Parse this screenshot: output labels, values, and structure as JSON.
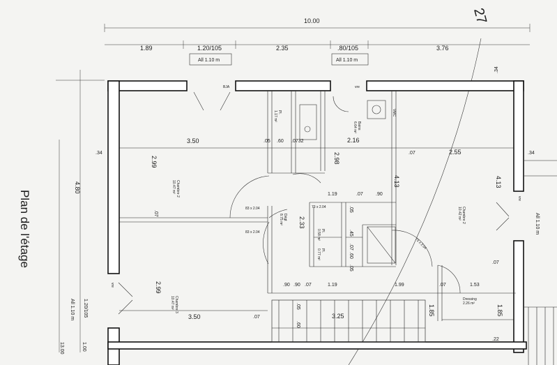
{
  "title": "Plan de l'étage",
  "top_dims": {
    "total": "10.00",
    "segments": [
      "1.89",
      "1.20/105",
      "2.35",
      ".80/105",
      "3.76"
    ],
    "all_left": "All 1.10 m",
    "all_right": "All 1.10 m",
    "corner": ".34",
    "sketch_number": "27"
  },
  "left_dims": {
    "top_offset": ".34",
    "height": "4.80",
    "window": "1.20/105",
    "window_all": "All 1.10 m",
    "seg1": "1.00",
    "total": "13.00"
  },
  "right_dims": {
    "offset": ".34",
    "height": "4.13",
    "window_all": "All 1.10 m",
    "bottom": ".22"
  },
  "inner_dims": {
    "ch2_width": "3.50",
    "ch2_depth": "2.99",
    "ch2_wall": ".07",
    "ch2_depth_b": "2.99",
    "ch3_width": "3.50",
    "ch3_wall": ".07",
    "p05": ".05",
    "p60": ".60",
    "p0732": ".0732",
    "sdb_width": "2.16",
    "sdb_depth": "2.98",
    "p07a": ".07",
    "ch1_width": "2.55",
    "ch1_depth": "4.13",
    "d119": "1.19",
    "d07b": ".07",
    "d90": ".90",
    "d05b": ".05",
    "d45": ".45",
    "d07c": ".07",
    "d60b": ".60",
    "d05c": ".05",
    "deg_depth": "2.33",
    "b90": ".90",
    "b90b": ".90",
    "b07": ".07",
    "b119": "1.19",
    "b199": "1.99",
    "b07b": ".07",
    "b153": "1.53",
    "stair_width": "3.25",
    "v05": ".05",
    "v60": ".60",
    "h185a": "1.85",
    "h185b": "1.85",
    "c07": ".07",
    "c07b": ".07"
  },
  "rooms": {
    "chambre2_left": "Chambre 2\n10.47 m²",
    "chambre3": "Chambre 3\n10.47 m²",
    "degt": "Dégt\n8.75 m²",
    "bains": "Bains\n6.64 m²",
    "chambre1": "Chambre 2\n10.42 m²",
    "dressing": "Dressing\n2.26 m²",
    "placard1": "Pl.\n0.58 m²",
    "placard2": "Pl.\n0.77 m²",
    "pl_top": "Pl.\n1.17 m²",
    "vmc": "VMC"
  },
  "openings": {
    "door_a": "83 x 2.04",
    "door_b": "83 x 2.04",
    "door_c": "73 x 2.04",
    "door_d": "73 x 2.04",
    "bja": "BJA",
    "vre_top": "vre",
    "vre_right": "vre",
    "vre_left": "vre"
  }
}
